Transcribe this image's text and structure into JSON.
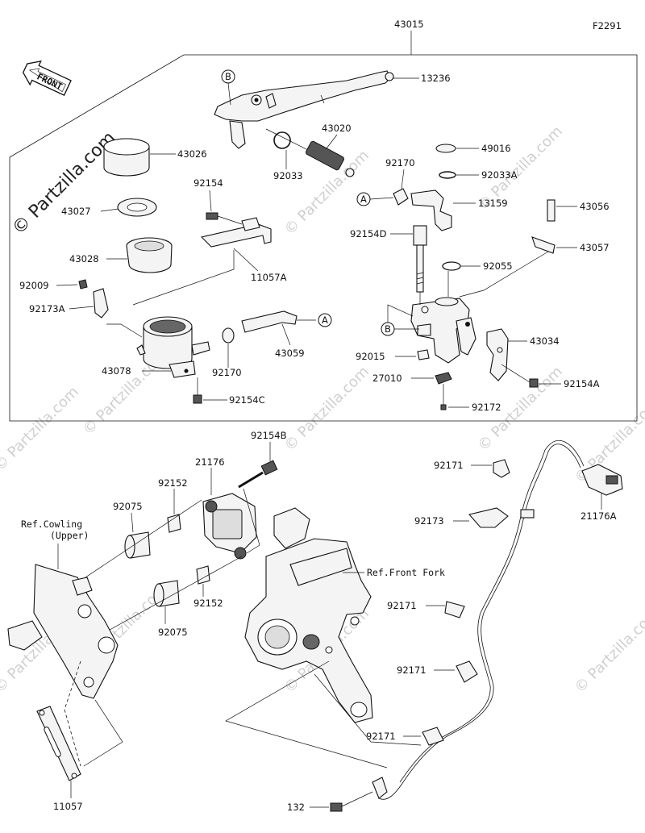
{
  "figure_code": "F2291",
  "front_badge": "FRONT",
  "watermarks": [
    "© Partzilla.com",
    "© Partzilla.com",
    "© Partzilla.com",
    "© Partzilla.com",
    "© Partzilla.com",
    "© Partzilla.com",
    "© Partzilla.com",
    "© Partzilla.com",
    "© Partzilla.com",
    "© Partzilla.com",
    "© Partzilla.com"
  ],
  "callouts": {
    "c43015": "43015",
    "c13236": "13236",
    "c43020": "43020",
    "c43026": "43026",
    "c92033": "92033",
    "c92154": "92154",
    "c43027": "43027",
    "c92170a": "92170",
    "c49016": "49016",
    "c92033a": "92033A",
    "c13159": "13159",
    "c43056": "43056",
    "c43028": "43028",
    "c92154d": "92154D",
    "c43057": "43057",
    "c11057a": "11057A",
    "c92055": "92055",
    "c92009": "92009",
    "c92173a": "92173A",
    "c43034": "43034",
    "c43059": "43059",
    "c92015": "92015",
    "c43078": "43078",
    "c92170b": "92170",
    "c27010": "27010",
    "c92154a": "92154A",
    "c92154c": "92154C",
    "c92172": "92172",
    "c92154b": "92154B",
    "c21176": "21176",
    "c92171a": "92171",
    "c92152a": "92152",
    "c92075a": "92075",
    "c92173": "92173",
    "c21176a": "21176A",
    "c92152b": "92152",
    "c92171b": "92171",
    "c92075b": "92075",
    "c92171c": "92171",
    "c92171d": "92171",
    "c11057": "11057",
    "c132": "132"
  },
  "refs": {
    "cowling_line1": "Ref.Cowling",
    "cowling_line2": "(Upper)",
    "front_fork": "Ref.Front Fork"
  },
  "markers": {
    "a1": "A",
    "a2": "A",
    "b1": "B",
    "b2": "B"
  }
}
